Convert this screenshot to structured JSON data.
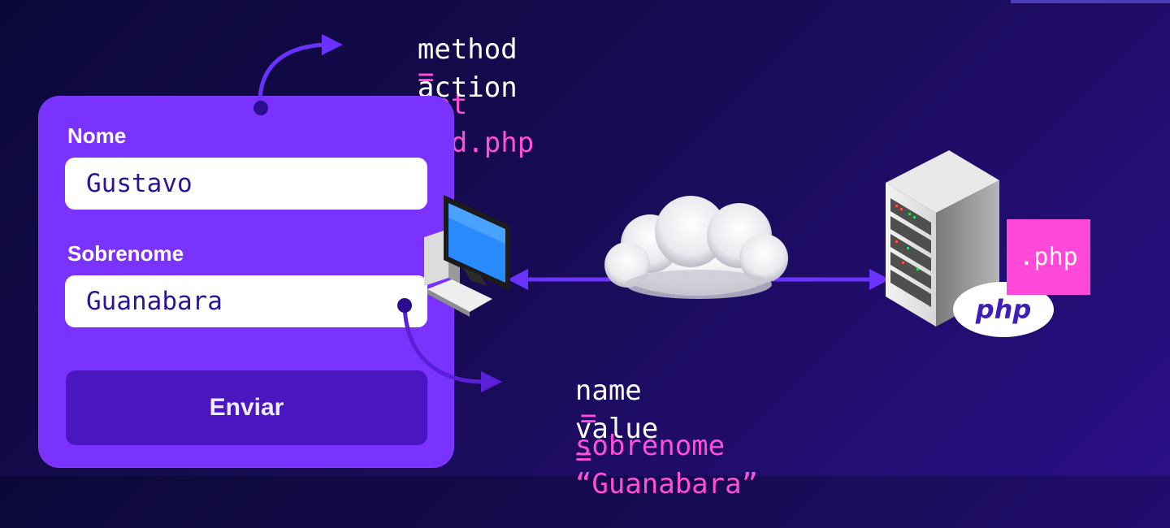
{
  "top_code": {
    "line1": {
      "key": "method",
      "eq": "=",
      "value": "get"
    },
    "line2": {
      "key": "action",
      "eq": "=",
      "value": "cad.php"
    }
  },
  "form": {
    "name_label": "Nome",
    "name_value": "Gustavo",
    "surname_label": "Sobrenome",
    "surname_value": "Guanabara",
    "submit_label": "Enviar"
  },
  "bottom_code": {
    "line1": {
      "key": "name",
      "eq": "=",
      "value": "sobrenome"
    },
    "line2": {
      "key": "value",
      "eq": "=",
      "value": "“Guanabara”"
    }
  },
  "server": {
    "file_label": ".php",
    "php_logo": "php"
  },
  "icons": [
    "computer-icon",
    "cloud-icon",
    "server-icon",
    "php-logo-icon",
    "php-file-icon"
  ],
  "colors": {
    "accent_pink": "#ff4fd8",
    "form_purple": "#7a33ff",
    "button_purple": "#4a16bf",
    "arrow_purple": "#6a32ff"
  }
}
